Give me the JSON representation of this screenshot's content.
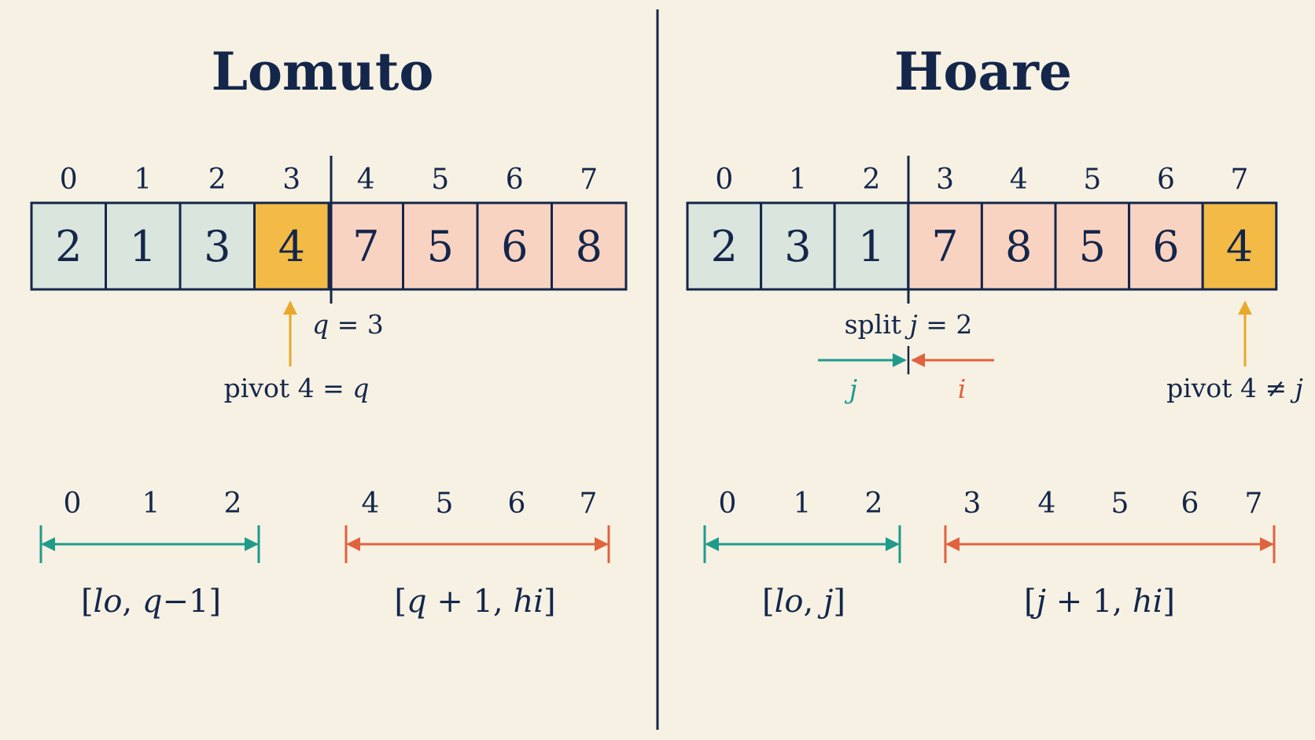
{
  "colors": {
    "background": "#f6f1e3",
    "ink": "#14264a",
    "teal": "#1f9b8c",
    "orange": "#e0623e",
    "pivot": "#f3bb45",
    "pivot_arrow": "#eaa82a",
    "left_fill": "#d9e5dd",
    "right_fill": "#f9d3c2",
    "pivot_fill": "#f3bb45"
  },
  "lomuto": {
    "title": "Lomuto",
    "indices": [
      "0",
      "1",
      "2",
      "3",
      "4",
      "5",
      "6",
      "7"
    ],
    "values": [
      "2",
      "1",
      "3",
      "4",
      "7",
      "5",
      "6",
      "8"
    ],
    "cell_kinds": [
      "left",
      "left",
      "left",
      "pivot",
      "right",
      "right",
      "right",
      "right"
    ],
    "split_after": 3,
    "split_label": {
      "var": "q",
      "rest": " = 3"
    },
    "pivot_index": 3,
    "pivot_label": {
      "text": "pivot 4 = ",
      "var": "q"
    },
    "left_range": {
      "indices": [
        "0",
        "1",
        "2"
      ],
      "label": {
        "open": "[",
        "a": "lo",
        "sep": ", ",
        "b": "q",
        "tail": "−1",
        "close": "]"
      }
    },
    "right_range": {
      "indices": [
        "4",
        "5",
        "6",
        "7"
      ],
      "label": {
        "open": "[",
        "a": "q",
        "mid": " + 1, ",
        "b": "hi",
        "close": "]"
      }
    }
  },
  "hoare": {
    "title": "Hoare",
    "indices": [
      "0",
      "1",
      "2",
      "3",
      "4",
      "5",
      "6",
      "7"
    ],
    "values": [
      "2",
      "3",
      "1",
      "7",
      "8",
      "5",
      "6",
      "4"
    ],
    "cell_kinds": [
      "left",
      "left",
      "left",
      "right",
      "right",
      "right",
      "right",
      "pivot"
    ],
    "split_after": 2,
    "split_label": {
      "text": "split ",
      "var": "j",
      "rest": " = 2"
    },
    "pointer_j": "j",
    "pointer_i": "i",
    "pivot_index": 7,
    "pivot_label": {
      "text": "pivot 4 ≠ ",
      "var": "j"
    },
    "left_range": {
      "indices": [
        "0",
        "1",
        "2"
      ],
      "label": {
        "open": "[",
        "a": "lo",
        "sep": ", ",
        "b": "j",
        "close": "]"
      }
    },
    "right_range": {
      "indices": [
        "3",
        "4",
        "5",
        "6",
        "7"
      ],
      "label": {
        "open": "[",
        "a": "j",
        "mid": " + 1, ",
        "b": "hi",
        "close": "]"
      }
    }
  }
}
